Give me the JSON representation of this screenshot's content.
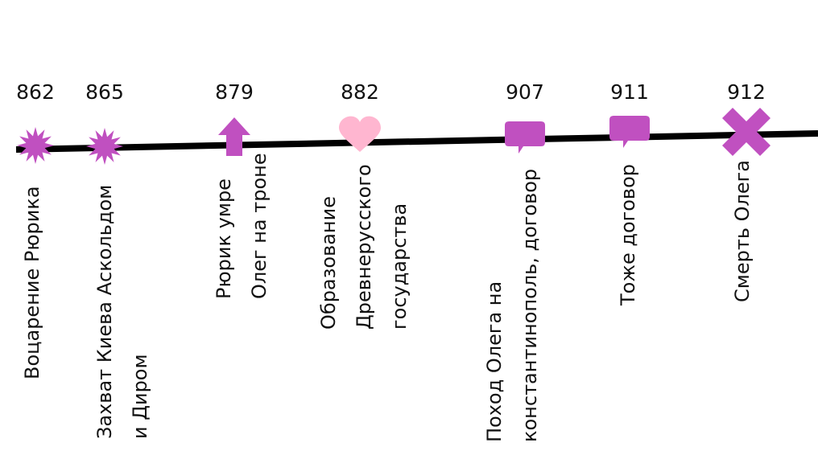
{
  "colors": {
    "line": "#000000",
    "marker_purple": "#c050c0",
    "marker_pink": "#ffb6d0",
    "text": "#111111"
  },
  "events": [
    {
      "year": "862",
      "lines": [
        "Воцарение Рюрика"
      ],
      "marker": "explosion-icon",
      "color": "#c050c0"
    },
    {
      "year": "865",
      "lines": [
        "Захват Киева Аскольдом",
        "и Диром"
      ],
      "marker": "explosion-icon",
      "color": "#c050c0"
    },
    {
      "year": "879",
      "lines": [
        "Рюрик умре",
        "Олег на троне"
      ],
      "marker": "arrow-up-icon",
      "color": "#c050c0"
    },
    {
      "year": "882",
      "lines": [
        "Образование",
        "Древнерусского",
        "государства"
      ],
      "marker": "heart-icon",
      "color": "#ffb6d0"
    },
    {
      "year": "907",
      "lines": [
        "Поход Олега на",
        "константинополь, договор"
      ],
      "marker": "speech-bubble-icon",
      "color": "#c050c0"
    },
    {
      "year": "911",
      "lines": [
        "Тоже договор"
      ],
      "marker": "speech-bubble-icon",
      "color": "#c050c0"
    },
    {
      "year": "912",
      "lines": [
        "Смерть Олега"
      ],
      "marker": "cross-icon",
      "color": "#c050c0"
    }
  ]
}
